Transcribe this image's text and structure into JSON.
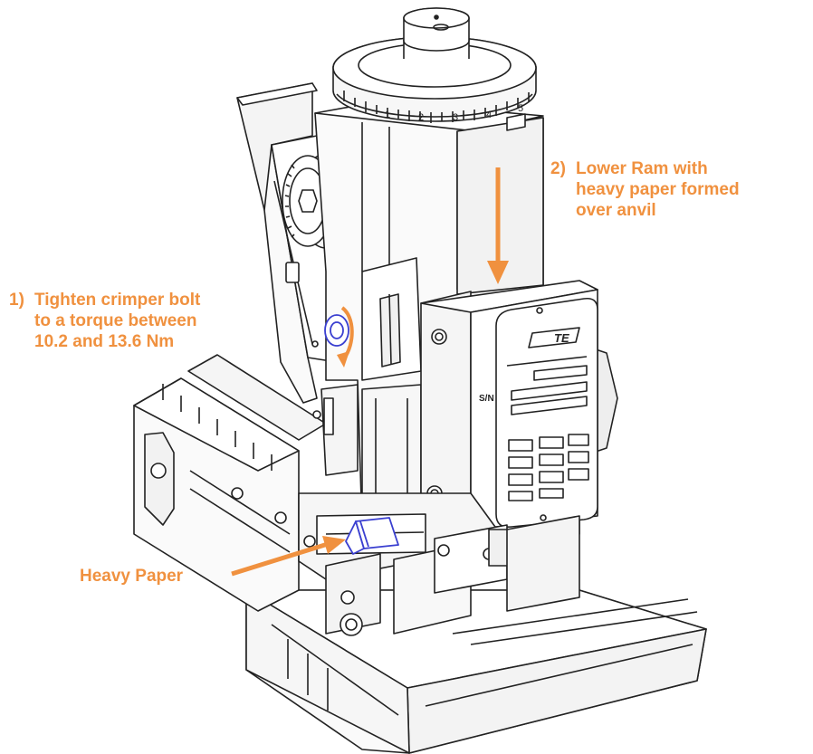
{
  "callouts": {
    "step2": {
      "number": "2)",
      "lines": [
        "Lower Ram with",
        "heavy paper formed",
        "over anvil"
      ]
    },
    "step1": {
      "number": "1)",
      "lines": [
        "Tighten crimper bolt",
        "to a torque between",
        "10.2 and 13.6 Nm"
      ]
    },
    "heavy_paper": {
      "label": "Heavy Paper"
    }
  },
  "nameplate": {
    "brand_text": "TE",
    "serial_label": "S/N"
  },
  "dial_scale": [
    "1",
    "2",
    "3",
    "4",
    "5"
  ],
  "colors": {
    "callout": "#F0913F",
    "line": "#222222",
    "highlight": "#3A3FD0",
    "background": "#FFFFFF"
  }
}
